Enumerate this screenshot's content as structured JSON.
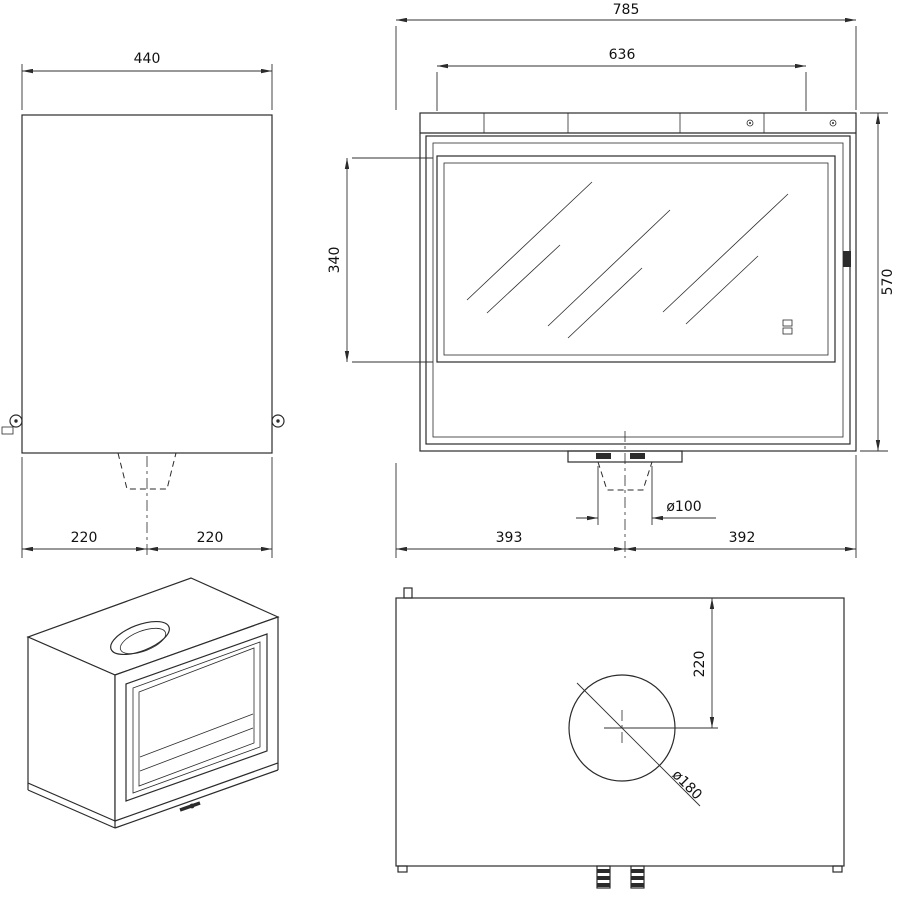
{
  "drawing": {
    "side_view": {
      "width": "440",
      "left_half": "220",
      "right_half": "220"
    },
    "front_view": {
      "overall_width": "785",
      "inner_width": "636",
      "glass_height": "340",
      "overall_height": "570",
      "flue_diameter": "ø100",
      "bottom_left": "393",
      "bottom_right": "392"
    },
    "plan_view": {
      "flue_offset": "220",
      "flue_hole_diameter": "ø180"
    }
  }
}
